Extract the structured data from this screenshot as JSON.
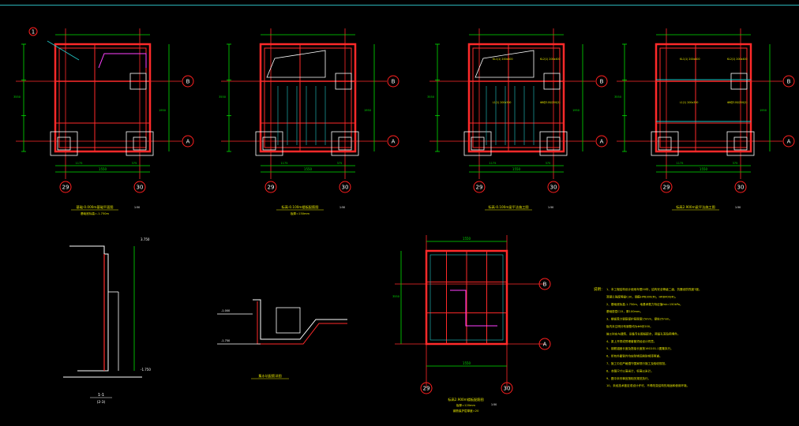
{
  "colors": {
    "background": "#000000",
    "wall": "#ff2a2a",
    "dim": "#00e000",
    "grid_bubble": "#ff2020",
    "note_text": "#e6e600",
    "outline": "#ffffff",
    "rebar": "#21c7c7",
    "hatch": "#ff40ff"
  },
  "grid_labels": {
    "row_b": "B",
    "row_a": "A",
    "col_29": "29",
    "col_30": "30"
  },
  "plans": [
    {
      "id": "plan1",
      "title": "基础-0.000m基础平面图",
      "subtitle": "基础底标高=-1.750m",
      "scale": "1:50",
      "section": "1"
    },
    {
      "id": "plan2",
      "title": "标高-0.100m楼板配筋图",
      "subtitle": "板厚=150mm",
      "scale": "1:50"
    },
    {
      "id": "plan3",
      "title": "标高-0.100m梁平法施工图",
      "subtitle": "",
      "scale": "1:50"
    },
    {
      "id": "plan4",
      "title": "标高2.900m梁平法施工图",
      "subtitle": "",
      "scale": "1:50"
    },
    {
      "id": "plan5",
      "title": "标高2.900m楼板配筋图",
      "subtitle": "板厚=120mm",
      "scale": "1:50",
      "extra": "钢筋保护层厚度=20"
    }
  ],
  "sections": [
    {
      "id": "sec11",
      "label": "1-1",
      "sub": "(2-3)"
    },
    {
      "id": "detail",
      "label": "集水坑配筋详图",
      "sub": ""
    }
  ],
  "dims": {
    "width_total": "1550",
    "seg_left": "1175",
    "seg_right": "375",
    "height_total": "3550",
    "height_part": "1950",
    "elev_top": "3.750",
    "elev_mid": "-1.000",
    "elev_low": "-1.750"
  },
  "notes": {
    "heading": "说明：",
    "items": [
      "1、本工程结构设计使用年限50年，结构安全等级二级，抗震设防烈度7度。",
      "   混凝土强度等级C30，钢筋HPB300(Φ)，HRB400(Φ)。",
      "2、基础底标高-1.750m，地基承载力特征值fak=150kPa。",
      "   基础垫层C15，厚100mm。",
      "3、楼板受力钢筋保护层厚度15mm，梁柱25mm。",
      "   板内未注明分布钢筋均为Φ6@200。",
      "   施工时应与建筑、设备专业图纸配合，预留孔洞及预埋件。",
      "4、梁上开洞或预埋套管须经设计同意。",
      "5、钢筋锚固长度及搭接长度按16G101-1图集执行。",
      "6、所有外露铁件均应除锈后刷防锈漆两道。",
      "7、施工中应严格遵守国家现行施工及验收规范。",
      "8、本图尺寸以毫米计，标高以米计。",
      "9、图中未尽事宜按相关规范执行。",
      "10、未经技术鉴定或设计许可，不得改变结构的用途和使用环境。"
    ]
  },
  "beam_labels": [
    "KL1(1) 200x400",
    "KL2(1) 200x400",
    "L1(1) 200x300",
    "Φ8@100/200(2)",
    "2Φ16;2Φ16"
  ]
}
